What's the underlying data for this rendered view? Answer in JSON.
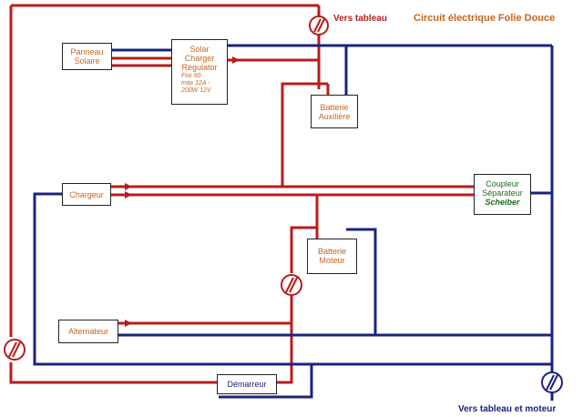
{
  "title": "Circuit électrique Folie Douce",
  "top_label": "Vers tableau",
  "bottom_label": "Vers tableau et moteur",
  "components": {
    "panneau": [
      "Panneau",
      "Solaire"
    ],
    "regulator": [
      "Solar",
      "Charger",
      "Regulator"
    ],
    "regulator_spec": [
      "Fox 50",
      "max 12A -",
      "200W 12V"
    ],
    "batterie_aux": [
      "Batterie",
      "Auxilière"
    ],
    "chargeur": "Chargeur",
    "coupleur": [
      "Coupleur",
      "Séparateur"
    ],
    "coupleur_brand": "Scheiber",
    "batterie_moteur": [
      "Batterie",
      "Moteur"
    ],
    "alternateur": "Alternateur",
    "demarreur": "Démarreur"
  },
  "colors": {
    "positive": "#b81c1c",
    "negative": "#1a237e",
    "text_orange": "#c8641e",
    "brand_green": "#1f6b1f"
  },
  "fuse_icon": "fuse-icon"
}
